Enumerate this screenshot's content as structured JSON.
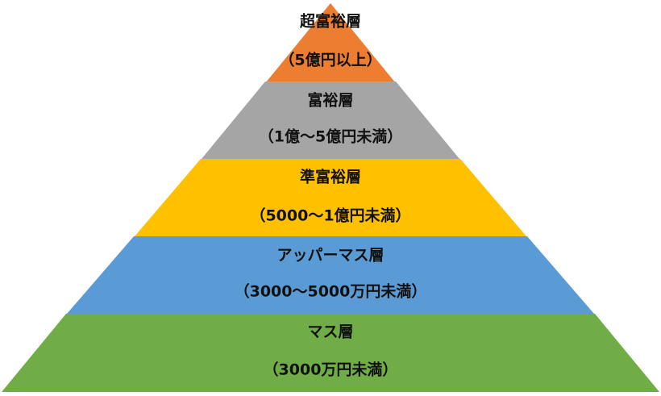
{
  "tiers": [
    {
      "name": "超富裕層",
      "range": "（5億円以上）",
      "color": "#ED7D31"
    },
    {
      "name": "富裕層",
      "range": "（1億～5億円未満）",
      "color": "#A5A5A5"
    },
    {
      "name": "準富裕層",
      "range": "（5000～1億円未満）",
      "color": "#FFC000"
    },
    {
      "name": "アッパーマス層",
      "range": "（3000～5000万円未満）",
      "color": "#5B9BD5"
    },
    {
      "name": "マス層",
      "range": "（3000万円未満）",
      "color": "#70AD47"
    }
  ]
}
